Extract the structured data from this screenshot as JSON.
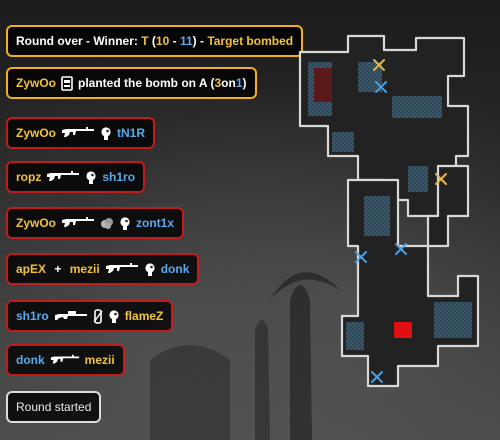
{
  "round_over": {
    "prefix": "Round over - Winner: ",
    "team": "T",
    "open": " (",
    "t_score": "10",
    "dash": " - ",
    "ct_score": "11",
    "close": ") - ",
    "reason": "Target bombed"
  },
  "plant": {
    "player": "ZywOo",
    "text": "planted the bomb on A",
    "open": " (",
    "t_alive": "3",
    "on": "on",
    "ct_alive": "1",
    "close": ")"
  },
  "kills": [
    {
      "killer": "ZywOo",
      "victim": "tN1R",
      "weapon": "ak47-icon",
      "mods": [
        "headshot-icon"
      ]
    },
    {
      "killer": "ropz",
      "victim": "sh1ro",
      "weapon": "ak47-icon",
      "mods": [
        "headshot-icon"
      ]
    },
    {
      "killer": "ZywOo",
      "victim": "zont1x",
      "weapon": "ak47-icon",
      "mods": [
        "smoke-icon",
        "headshot-icon"
      ]
    },
    {
      "killer": "apEX",
      "assist_join": " + ",
      "assister": "mezii",
      "victim": "donk",
      "weapon": "ak47-icon",
      "mods": [
        "headshot-icon"
      ]
    },
    {
      "killer": "sh1ro",
      "victim": "flameZ",
      "weapon": "awp-icon",
      "mods": [
        "noscope-icon",
        "headshot-icon"
      ]
    },
    {
      "killer": "donk",
      "victim": "mezii",
      "weapon": "ak47-icon",
      "mods": []
    }
  ],
  "round_started": "Round started",
  "colors": {
    "t_team": "#f2c23a",
    "ct_team": "#5aaaf0",
    "kill_border": "#c01c1c",
    "event_border": "#f0b020",
    "bomb_marker": "#e01010"
  }
}
